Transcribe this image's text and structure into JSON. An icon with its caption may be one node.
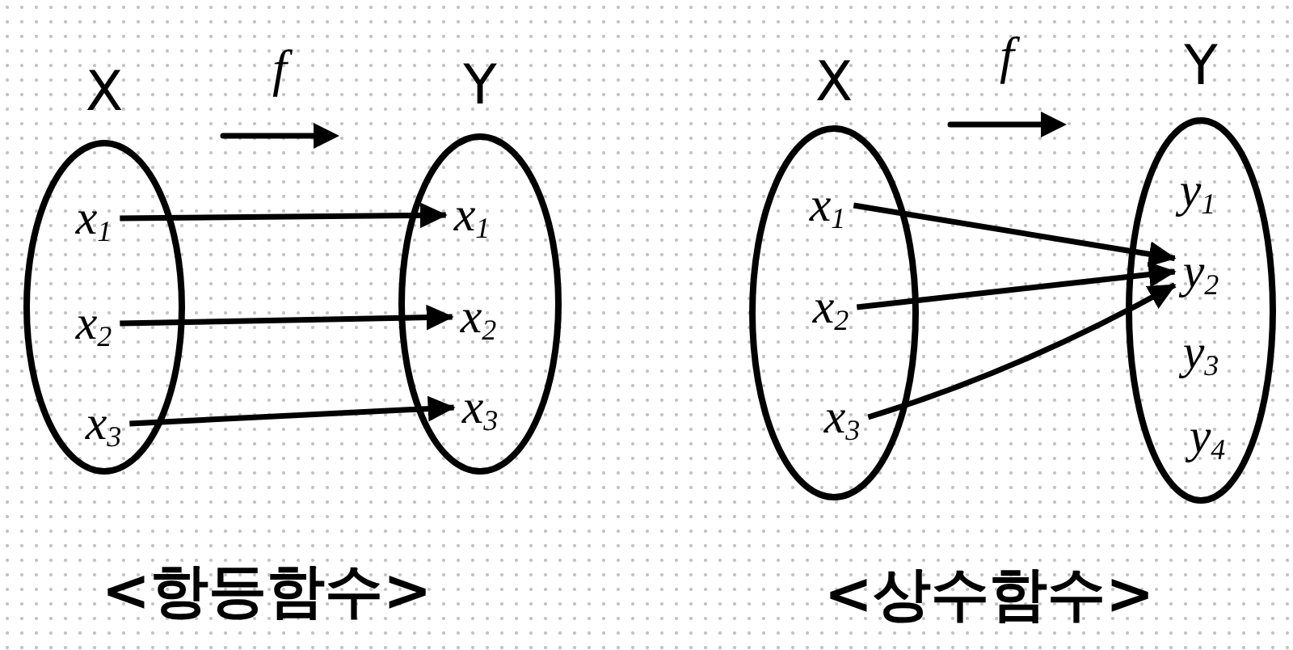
{
  "diagram": {
    "nodes": [
      {
        "text": [
          "X"
        ]
      },
      {
        "text": [
          "x$_{1}$"
        ],
        "in": 0
      },
      {
        "text": [
          "x$_{2}$"
        ],
        "in": 0
      },
      {
        "text": [
          "x$_{3}$"
        ],
        "in": 0
      },
      {
        "text": [
          "Y"
        ]
      },
      {
        "text": [
          "x$_{1}$"
        ],
        "in": 4
      },
      {
        "text": [
          "x$_{2}$"
        ],
        "in": 4
      },
      {
        "text": [
          "x$_{3}$"
        ],
        "in": 4
      },
      {
        "text": [
          "X"
        ]
      },
      {
        "text": [
          "x$_{1}$"
        ],
        "in": 8
      },
      {
        "text": [
          "x$_{2}$"
        ],
        "in": 8
      },
      {
        "text": [
          "x$_{3}$"
        ],
        "in": 8
      },
      {
        "text": [
          "Y"
        ]
      },
      {
        "text": [
          "y$_{1}$"
        ],
        "in": 12
      },
      {
        "text": [
          "y$_{2}$"
        ],
        "in": 12
      },
      {
        "text": [
          "y$_{3}$"
        ],
        "in": 12
      },
      {
        "text": [
          "y$_{4}$"
        ],
        "in": 12
      }
    ],
    "edges": [
      {
        "from": 1,
        "to": 5,
        "arrow": "to"
      },
      {
        "from": 2,
        "to": 6,
        "arrow": "to"
      },
      {
        "from": 3,
        "to": 7,
        "arrow": "to"
      },
      {
        "from": 9,
        "to": 14,
        "arrow": "to"
      },
      {
        "from": 10,
        "to": 14,
        "arrow": "to"
      },
      {
        "from": 11,
        "to": 14,
        "arrow": "to"
      }
    ],
    "labels": [
      "f",
      "f",
      "<항등함수>",
      "<상수함수>"
    ]
  }
}
